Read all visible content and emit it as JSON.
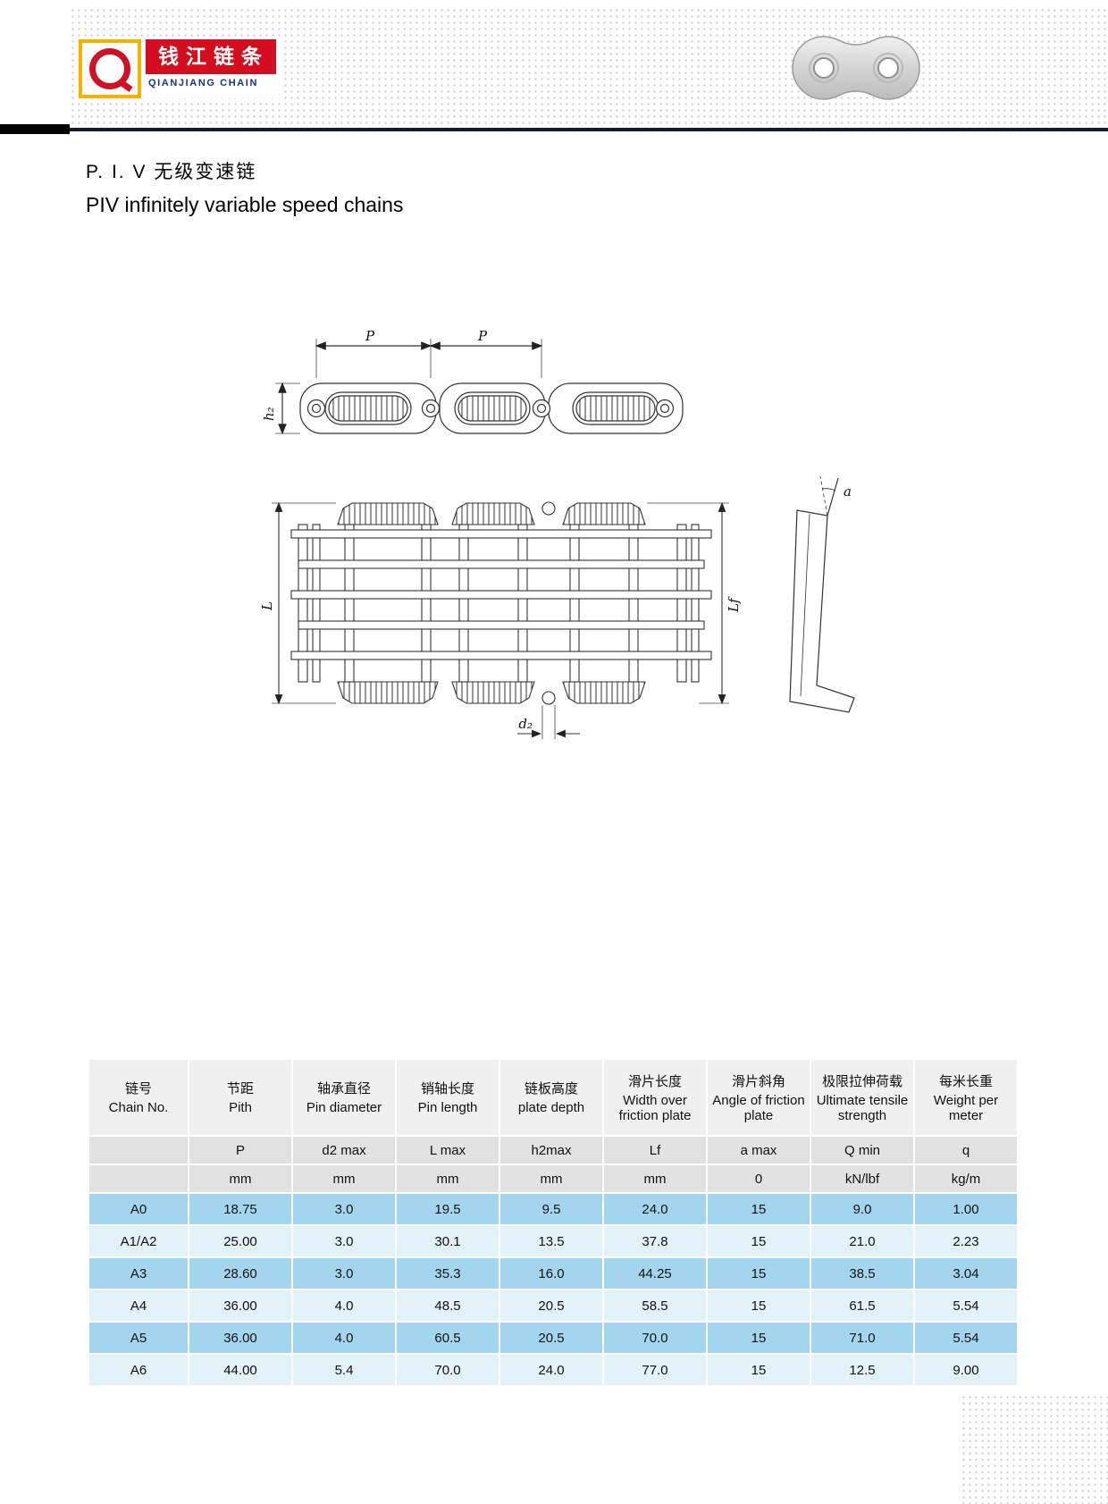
{
  "brand": {
    "logo_cn": "钱江链条",
    "logo_en": "QIANJIANG CHAIN"
  },
  "titles": {
    "cn": "P. I. V 无级变速链",
    "en": "PIV infinitely variable speed chains"
  },
  "diagram": {
    "labels": {
      "pitch1": "P",
      "pitch2": "P",
      "plate_height": "h₂",
      "pin_length": "L",
      "width_over_plate": "Lf",
      "pin_diameter": "d₂",
      "angle": "a"
    }
  },
  "table": {
    "columns": [
      {
        "cn": "链号",
        "en": "Chain No.",
        "symbol": "",
        "unit": ""
      },
      {
        "cn": "节距",
        "en": "Pith",
        "symbol": "P",
        "unit": "mm"
      },
      {
        "cn": "轴承直径",
        "en": "Pin diameter",
        "symbol": "d2 max",
        "unit": "mm"
      },
      {
        "cn": "销轴长度",
        "en": "Pin length",
        "symbol": "L max",
        "unit": "mm"
      },
      {
        "cn": "链板高度",
        "en": "plate depth",
        "symbol": "h2max",
        "unit": "mm"
      },
      {
        "cn": "滑片长度",
        "en": "Width over friction plate",
        "symbol": "Lf",
        "unit": "mm"
      },
      {
        "cn": "滑片斜角",
        "en": "Angle of friction plate",
        "symbol": "a max",
        "unit": "0"
      },
      {
        "cn": "极限拉伸荷载",
        "en": "Ultimate tensile strength",
        "symbol": "Q min",
        "unit": "kN/lbf"
      },
      {
        "cn": "每米长重",
        "en": "Weight per meter",
        "symbol": "q",
        "unit": "kg/m"
      }
    ],
    "rows": [
      [
        "A0",
        "18.75",
        "3.0",
        "19.5",
        "9.5",
        "24.0",
        "15",
        "9.0",
        "1.00"
      ],
      [
        "A1/A2",
        "25.00",
        "3.0",
        "30.1",
        "13.5",
        "37.8",
        "15",
        "21.0",
        "2.23"
      ],
      [
        "A3",
        "28.60",
        "3.0",
        "35.3",
        "16.0",
        "44.25",
        "15",
        "38.5",
        "3.04"
      ],
      [
        "A4",
        "36.00",
        "4.0",
        "48.5",
        "20.5",
        "58.5",
        "15",
        "61.5",
        "5.54"
      ],
      [
        "A5",
        "36.00",
        "4.0",
        "60.5",
        "20.5",
        "70.0",
        "15",
        "71.0",
        "5.54"
      ],
      [
        "A6",
        "44.00",
        "5.4",
        "70.0",
        "24.0",
        "77.0",
        "15",
        "12.5",
        "9.00"
      ]
    ]
  }
}
